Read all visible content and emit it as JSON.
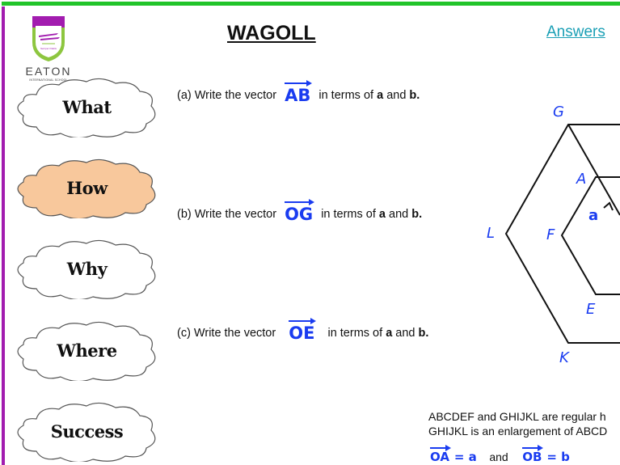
{
  "header": {
    "title": "WAGOLL",
    "answers_link": "Answers"
  },
  "logo": {
    "name": "EATON",
    "subtitle": "INTERNATIONAL SCHOOL",
    "motto": "Semper Fidelis"
  },
  "colors": {
    "top_bar": "#22c42a",
    "left_bar": "#a21caf",
    "vector_blue": "#1a3cf0",
    "link": "#1a9fb5",
    "active_cloud": "#f8c89c"
  },
  "sidebar": {
    "clouds": [
      {
        "label": "What",
        "active": false
      },
      {
        "label": "How",
        "active": true
      },
      {
        "label": "Why",
        "active": false
      },
      {
        "label": "Where",
        "active": false
      },
      {
        "label": "Success",
        "active": false
      }
    ]
  },
  "questions": [
    {
      "prefix": "(a)  Write the vector",
      "vector": "AB",
      "suffix_pre": "in terms of",
      "a": "a",
      "and": "and",
      "b": "b."
    },
    {
      "prefix": "(b)  Write the vector",
      "vector": "OG",
      "suffix_pre": "in terms of",
      "a": "a",
      "and": "and",
      "b": "b."
    },
    {
      "prefix": "(c)  Write the vector",
      "vector": "OE",
      "suffix_pre": "in terms of",
      "a": "a",
      "and": "and",
      "b": "b."
    }
  ],
  "diagram": {
    "labels": {
      "G": "G",
      "A": "A",
      "L": "L",
      "F": "F",
      "E": "E",
      "K": "K",
      "a": "a"
    }
  },
  "description": {
    "line1": "ABCDEF and GHIJKL are regular h",
    "line2": "GHIJKL is an enlargement of ABCD"
  },
  "given": {
    "vec1": "OA",
    "eq1": "= a",
    "and": "and",
    "vec2": "OB",
    "eq2": "= b"
  }
}
